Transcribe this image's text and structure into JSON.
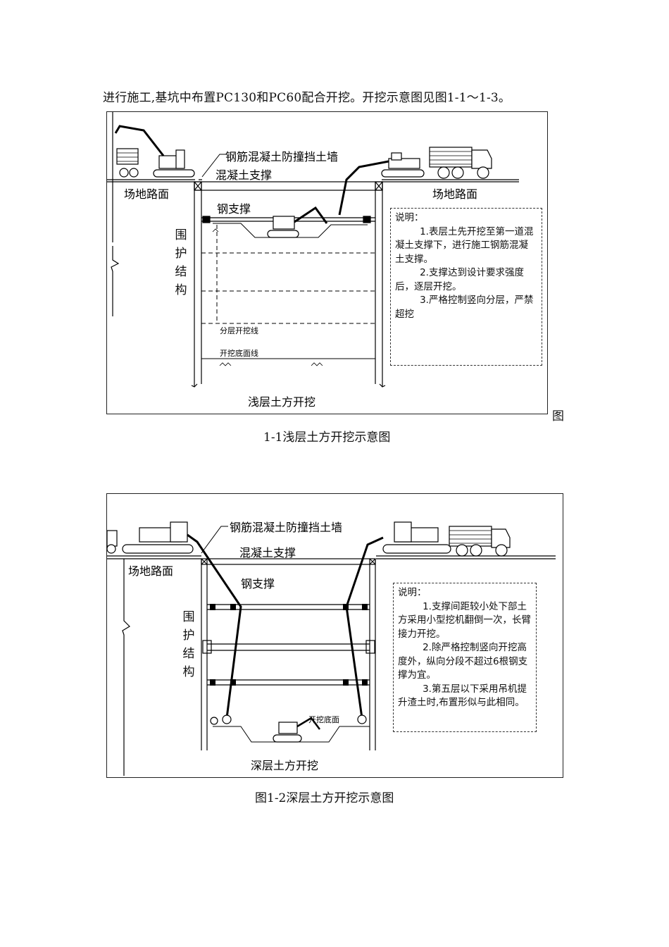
{
  "intro_text": "进行施工,基坑中布置PC130和PC60配合开挖。开挖示意图见图1-1～1-3。",
  "figure1": {
    "labels": {
      "wall": "钢筋混凝土防撞挡土墙",
      "concrete_support": "混凝土支撑",
      "road_left": "场地路面",
      "road_right": "场地路面",
      "steel_support": "钢支撑",
      "retaining": "围护结构",
      "layer_line": "分层开挖线",
      "bottom_line": "开挖底面线",
      "title": "浅层土方开挖"
    },
    "note": {
      "heading": "说明：",
      "item1": "1.表层土先开挖至第一道混凝土支撑下，进行施工钢筋混凝土支撑。",
      "item2": "2.支撑达到设计要求强度后，逐层开挖。",
      "item3": "3.严格控制竖向分层，严禁超挖"
    },
    "trailing_char": "图",
    "caption": "1-1浅层土方开挖示意图"
  },
  "figure2": {
    "labels": {
      "wall": "钢筋混凝土防撞挡土墙",
      "concrete_support": "混凝土支撑",
      "road": "场地路面",
      "steel_support": "钢支撑",
      "retaining": "围护结构",
      "bottom": "开挖底面",
      "title": "深层土方开挖"
    },
    "note": {
      "heading": "说明：",
      "item1": "1.支撑间距较小处下部土方采用小型挖机翻倒一次，长臂接力开挖。",
      "item2": "2.除严格控制竖向开挖高度外，纵向分段不超过6根钢支撑为宜。",
      "item3": "3.第五层以下采用吊机提升渣土时,布置形似与此相同。"
    },
    "caption": "图1-2深层土方开挖示意图"
  }
}
